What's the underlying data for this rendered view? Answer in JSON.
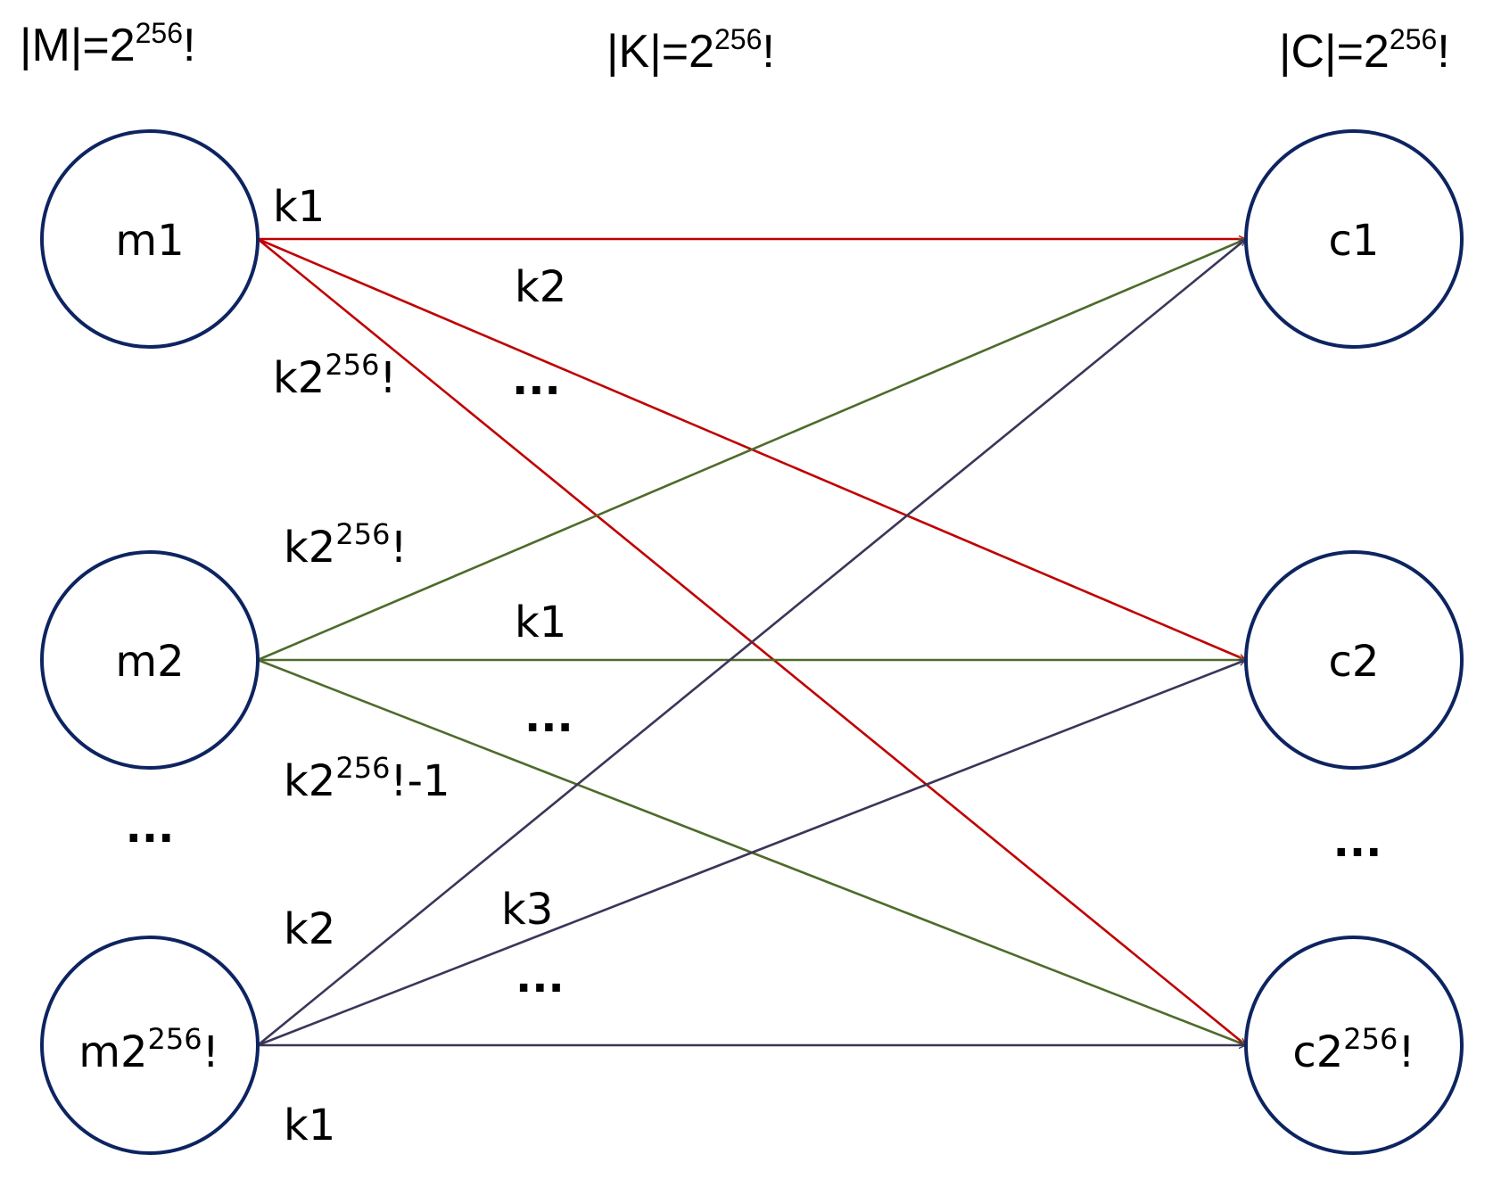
{
  "colors": {
    "node_border": "#0d2461",
    "m1_edges": "#c00000",
    "m2_edges": "#4e6b2b",
    "mlast_edges": "#3c3559"
  },
  "headers": {
    "m": {
      "prefix": "|M|=2",
      "exp": "256",
      "suffix": "!"
    },
    "k": {
      "prefix": "|K|=2",
      "exp": "256",
      "suffix": "!"
    },
    "c": {
      "prefix": "|C|=2",
      "exp": "256",
      "suffix": "!"
    }
  },
  "messages": {
    "m1": "m1",
    "m2": "m2",
    "ellipsis": "...",
    "mlast": {
      "base": "m2",
      "exp": "256",
      "suffix": "!"
    }
  },
  "ciphertexts": {
    "c1": "c1",
    "c2": "c2",
    "ellipsis": "...",
    "clast": {
      "base": "c2",
      "exp": "256",
      "suffix": "!"
    }
  },
  "edge_labels": {
    "m1": {
      "to_c1": "k1",
      "to_c2": "k2",
      "ellipsis": "...",
      "to_clast": {
        "base": "k2",
        "exp": "256",
        "suffix": "!"
      }
    },
    "m2": {
      "to_c1": {
        "base": "k2",
        "exp": "256",
        "suffix": "!"
      },
      "to_c2": "k1",
      "ellipsis": "...",
      "to_clast": {
        "base": "k2",
        "exp": "256",
        "suffix": "!-1"
      }
    },
    "mlast": {
      "to_c1": "k2",
      "to_c2": "k3",
      "ellipsis": "...",
      "to_clast": "k1"
    }
  }
}
